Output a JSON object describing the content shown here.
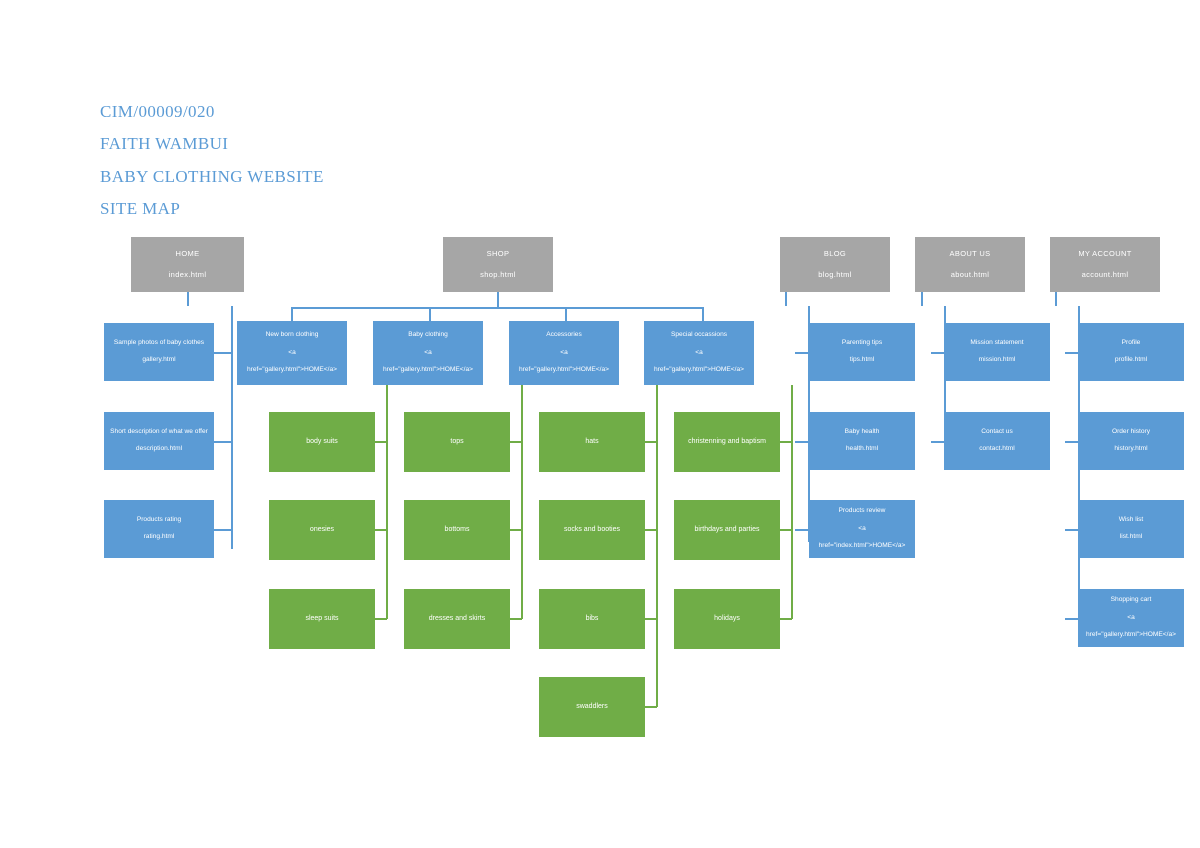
{
  "header": {
    "line1": "CIM/00009/020",
    "line2": "FAITH WAMBUI",
    "line3": "BABY CLOTHING WEBSITE",
    "line4": "SITE MAP"
  },
  "colors": {
    "gray": "#A6A6A6",
    "blue": "#5B9BD5",
    "green": "#70AD47",
    "heading_text": "#5B9BD5",
    "node_text": "#FFFFFF"
  },
  "top_level": [
    {
      "id": "home",
      "title": "HOME",
      "file": "index.html"
    },
    {
      "id": "shop",
      "title": "SHOP",
      "file": "shop.html"
    },
    {
      "id": "blog",
      "title": "BLOG",
      "file": "blog.html"
    },
    {
      "id": "about",
      "title": "ABOUT US",
      "file": "about.html"
    },
    {
      "id": "account",
      "title": "MY ACCOUNT",
      "file": "account.html"
    }
  ],
  "home_children": [
    {
      "l1": "Sample photos of baby clothes",
      "l2": "gallery.html",
      "l3": ""
    },
    {
      "l1": "Short description of what we offer",
      "l2": "description.html",
      "l3": ""
    },
    {
      "l1": "Products rating",
      "l2": "rating.html",
      "l3": ""
    }
  ],
  "shop_categories": [
    {
      "l1": "New born clothing",
      "l2": "<a",
      "l3": "href=\"gallery.html\">HOME</a>"
    },
    {
      "l1": "Baby clothing",
      "l2": "<a",
      "l3": "href=\"gallery.html\">HOME</a>"
    },
    {
      "l1": "Accessories",
      "l2": "<a",
      "l3": "href=\"gallery.html\">HOME</a>"
    },
    {
      "l1": "Special occassions",
      "l2": "<a",
      "l3": "href=\"gallery.html\">HOME</a>"
    }
  ],
  "shop_items": {
    "new_born_clothing": [
      "body suits",
      "onesies",
      "sleep suits"
    ],
    "baby_clothing": [
      "tops",
      "bottoms",
      "dresses and skirts"
    ],
    "accessories": [
      "hats",
      "socks and booties",
      "bibs",
      "swaddlers"
    ],
    "special_occassions": [
      "christenning and baptism",
      "birthdays and parties",
      "holidays"
    ]
  },
  "blog_children": [
    {
      "l1": "Parenting tips",
      "l2": "tips.html",
      "l3": ""
    },
    {
      "l1": "Baby health",
      "l2": "health.html",
      "l3": ""
    },
    {
      "l1": "Products review",
      "l2": "<a",
      "l3": "href=\"index.html\">HOME</a>"
    }
  ],
  "about_children": [
    {
      "l1": "Mission statement",
      "l2": "mission.html",
      "l3": ""
    },
    {
      "l1": "Contact us",
      "l2": "contact.html",
      "l3": ""
    }
  ],
  "account_children": [
    {
      "l1": "Profile",
      "l2": "profile.html",
      "l3": ""
    },
    {
      "l1": "Order history",
      "l2": "history.html",
      "l3": ""
    },
    {
      "l1": "Wish list",
      "l2": "list.html",
      "l3": ""
    },
    {
      "l1": "Shopping cart",
      "l2": "<a",
      "l3": "href=\"gallery.html\">HOME</a>"
    }
  ]
}
